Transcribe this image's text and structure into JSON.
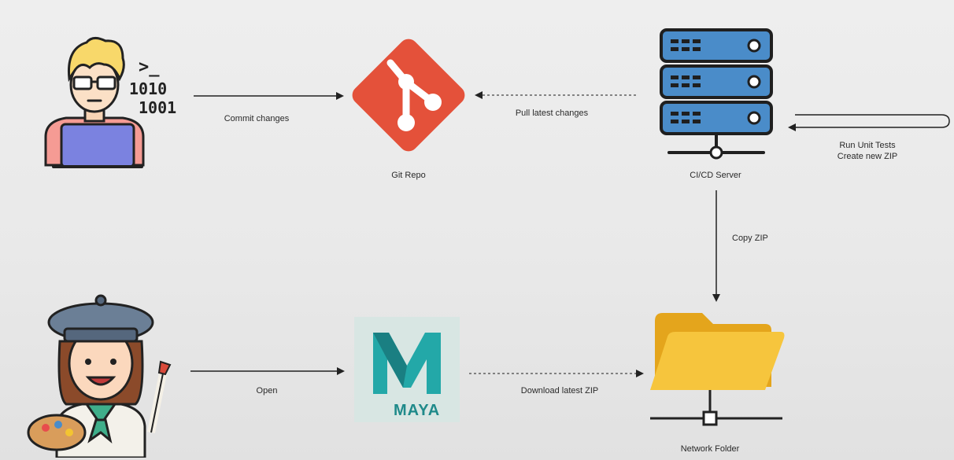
{
  "nodes": {
    "developer": {
      "code_line1": ">_",
      "code_line2": "1010",
      "code_line3": "1001"
    },
    "git_repo": {
      "label": "Git Repo"
    },
    "ci_server": {
      "label": "CI/CD Server"
    },
    "network_folder": {
      "label": "Network Folder"
    },
    "maya": {
      "logo_text": "MAYA"
    },
    "artist": {}
  },
  "edges": {
    "commit": {
      "label": "Commit changes"
    },
    "pull": {
      "label": "Pull latest changes"
    },
    "unit_tests": {
      "label_line1": "Run Unit Tests",
      "label_line2": "Create new ZIP"
    },
    "copy_zip": {
      "label": "Copy ZIP"
    },
    "open": {
      "label": "Open"
    },
    "download": {
      "label": "Download latest ZIP"
    }
  },
  "colors": {
    "git": "#e4513a",
    "server": "#4a8cc9",
    "server_outline": "#1f1f1f",
    "folder": "#f3b42e",
    "maya": "#23a8a8"
  }
}
